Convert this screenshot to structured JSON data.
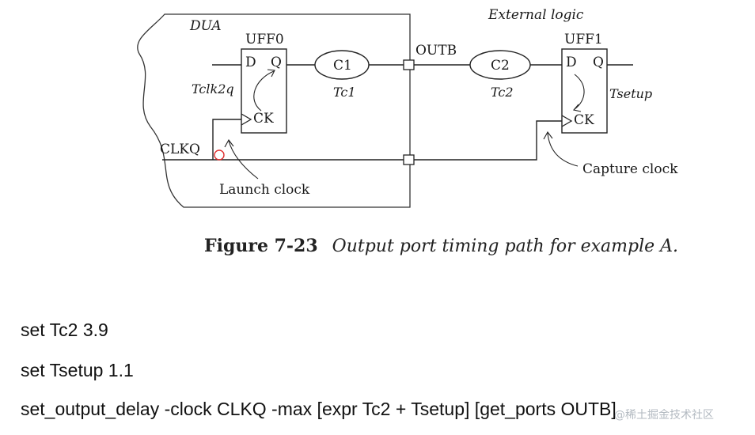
{
  "diagram": {
    "dua_label": "DUA",
    "external_label": "External logic",
    "uff0": {
      "name": "UFF0",
      "d": "D",
      "q": "Q",
      "ck": "CK"
    },
    "uff1": {
      "name": "UFF1",
      "d": "D",
      "q": "Q",
      "ck": "CK"
    },
    "c1": "C1",
    "c2": "C2",
    "tc1": "Tc1",
    "tc2": "Tc2",
    "tclk2q": "Tclk2q",
    "tsetup": "Tsetup",
    "outb": "OUTB",
    "clkq": "CLKQ",
    "launch_clock": "Launch clock",
    "capture_clock": "Capture clock"
  },
  "caption": {
    "number": "Figure 7-23",
    "text": "Output port timing path for example A."
  },
  "code": [
    "set Tc2 3.9",
    "set Tsetup 1.1",
    "set_output_delay -clock CLKQ -max [expr Tc2 + Tsetup] [get_ports OUTB]"
  ],
  "watermark": "@稀土掘金技术社区",
  "colors": {
    "line": "#2a2a2a",
    "marker": "#e03030"
  }
}
